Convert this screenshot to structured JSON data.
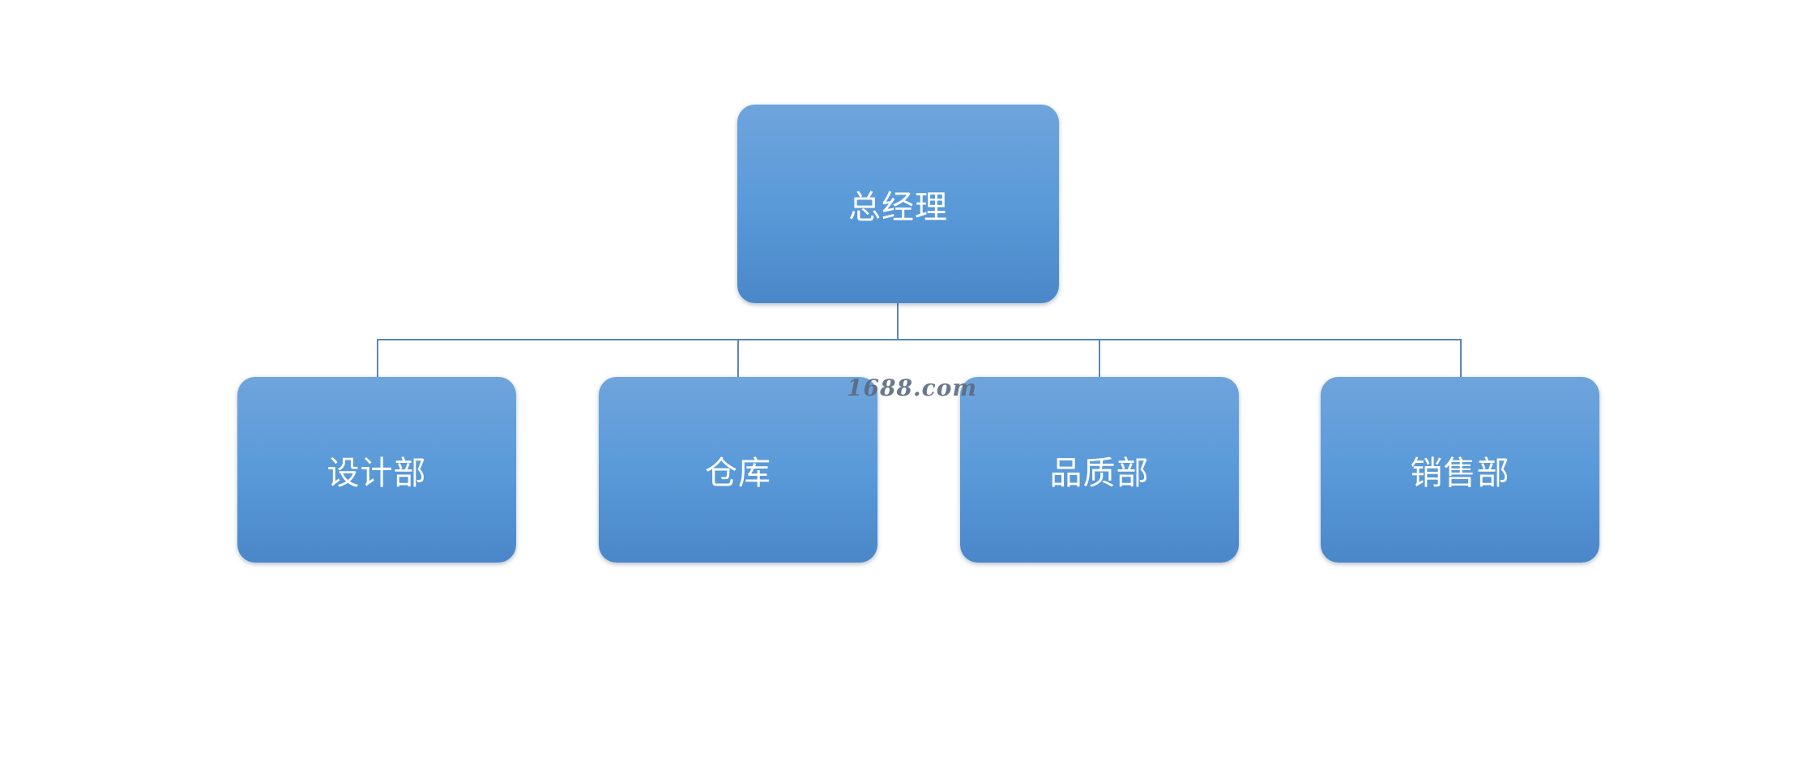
{
  "diagram": {
    "type": "org-chart",
    "root": {
      "label": "总经理"
    },
    "children": [
      {
        "label": "设计部"
      },
      {
        "label": "仓库"
      },
      {
        "label": "品质部"
      },
      {
        "label": "销售部"
      }
    ]
  },
  "watermark": "1688.com",
  "colors": {
    "node_fill_top": "#6fa4dc",
    "node_fill_bottom": "#4a87c8",
    "node_text": "#ffffff",
    "connector": "#5b86b4",
    "background": "#ffffff"
  }
}
